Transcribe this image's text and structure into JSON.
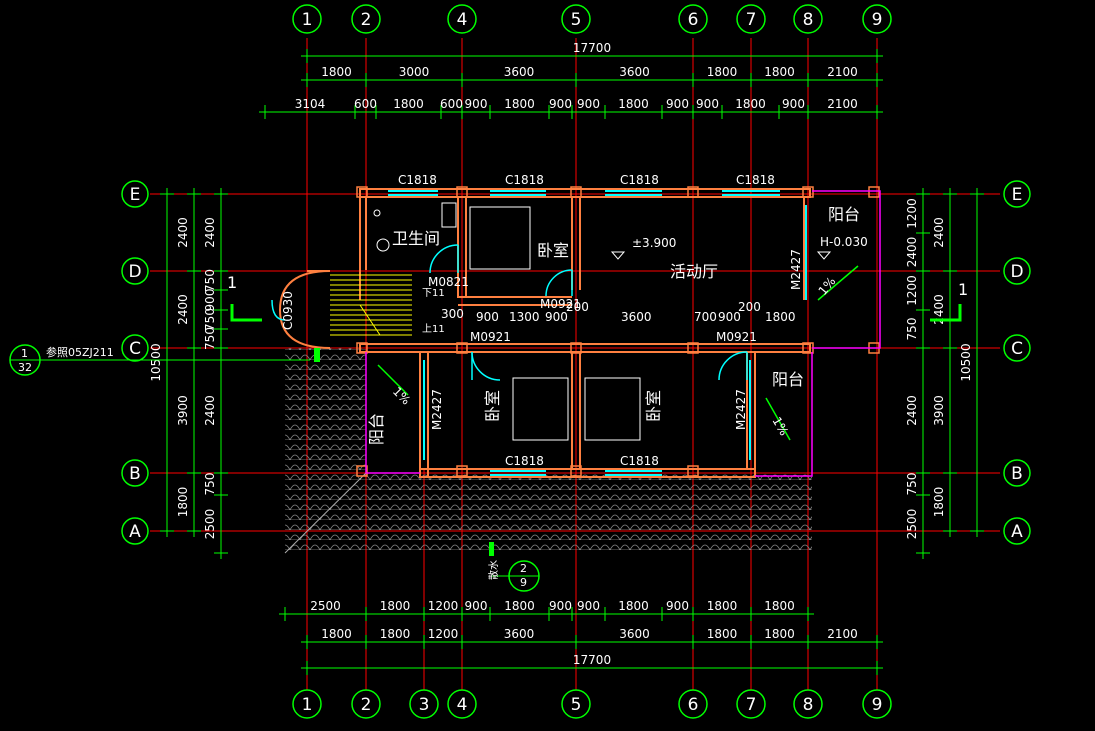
{
  "colors": {
    "background": "#000000",
    "axis": "#00ff00",
    "grid": "#ff0000",
    "wall": "#ff8040",
    "window": "#00ffff",
    "door": "#00ffff",
    "magenta": "#ff00ff",
    "stair": "#ffff00",
    "hatch": "#808080",
    "text": "#ffffff"
  },
  "axes": {
    "columns": [
      "1",
      "2",
      "3",
      "4",
      "5",
      "6",
      "7",
      "8",
      "9"
    ],
    "rows": [
      "A",
      "B",
      "C",
      "D",
      "E"
    ]
  },
  "dims": {
    "top_total": "17700",
    "top_row1": [
      "1800",
      "3000",
      "3600",
      "3600",
      "1800",
      "1800",
      "2100"
    ],
    "top_row2": [
      "3104",
      "600",
      "1800",
      "600",
      "900",
      "1800",
      "900",
      "900",
      "1800",
      "900",
      "900",
      "1800",
      "900",
      "2100"
    ],
    "bottom_row1": [
      "2500",
      "1800",
      "1200",
      "900",
      "1800",
      "900",
      "900",
      "1800",
      "900",
      "1800",
      "1800"
    ],
    "bottom_row2": [
      "1800",
      "1800",
      "1200",
      "3600",
      "3600",
      "1800",
      "1800",
      "2100"
    ],
    "bottom_total": "17700",
    "left_total": "10500",
    "left_row1": [
      "2400",
      "2400",
      "3900",
      "1800"
    ],
    "left_row2": [
      "2400",
      "750",
      "900",
      "750",
      "750",
      "2400",
      "750",
      "2500"
    ],
    "right_total": "10500",
    "right_row1": [
      "2400",
      "2400",
      "3900",
      "1800"
    ],
    "right_row2": [
      "1200",
      "2400",
      "1200",
      "750",
      "2400",
      "750",
      "2500"
    ],
    "inner": [
      "300",
      "900",
      "1300",
      "900",
      "200",
      "3600",
      "700",
      "900",
      "200",
      "1800"
    ]
  },
  "windows": {
    "top": [
      "C1818",
      "C1818",
      "C1818",
      "C1818"
    ],
    "bottom": [
      "C1818",
      "C1818"
    ],
    "stair": "C0930"
  },
  "doors": [
    "M0821",
    "M0921",
    "M0921",
    "M0921",
    "M2427",
    "M2427",
    "M2427"
  ],
  "rooms": {
    "bathroom": "卫生间",
    "bedroom_top": "卧室",
    "bedroom_left": "卧室",
    "bedroom_right": "卧室",
    "activity": "活动厅",
    "balcony_top": "阳台",
    "balcony_left": "阳台",
    "balcony_right": "阳台"
  },
  "levels": {
    "floor": "±3.900",
    "balcony": "H-0.030"
  },
  "slopes": [
    "1%",
    "1%",
    "1%"
  ],
  "stair_labels": {
    "down": "下11",
    "up": "上11"
  },
  "sections": {
    "left": "1",
    "right": "1",
    "detail_ref_top": "1",
    "detail_ref_bottom": "32",
    "detail_ref_text": "参照05ZJ211",
    "bottom_ref_top": "2",
    "bottom_ref_bottom": "9",
    "bottom_ref_text": "散水"
  }
}
